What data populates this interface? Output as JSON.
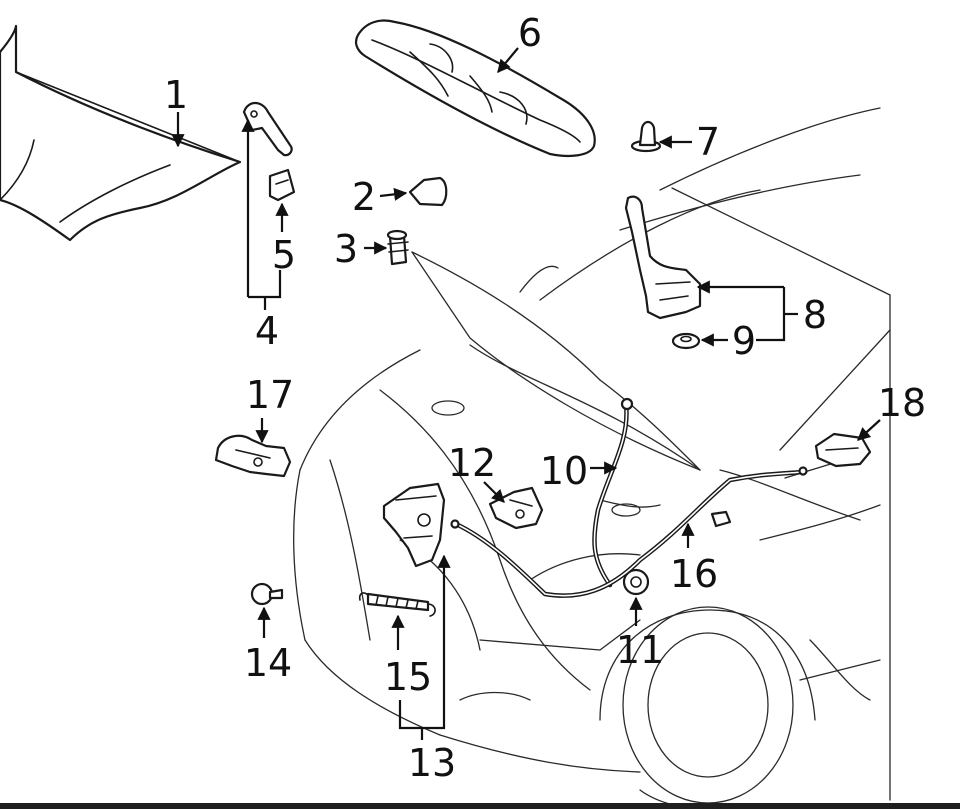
{
  "colors": {
    "line": "#1a1a1a",
    "background": "#ffffff",
    "footer": "#1f1f1f"
  },
  "callouts": {
    "c1": "1",
    "c2": "2",
    "c3": "3",
    "c4": "4",
    "c5": "5",
    "c6": "6",
    "c7": "7",
    "c8": "8",
    "c9": "9",
    "c10": "10",
    "c11": "11",
    "c12": "12",
    "c13": "13",
    "c14": "14",
    "c15": "15",
    "c16": "16",
    "c17": "17",
    "c18": "18"
  }
}
